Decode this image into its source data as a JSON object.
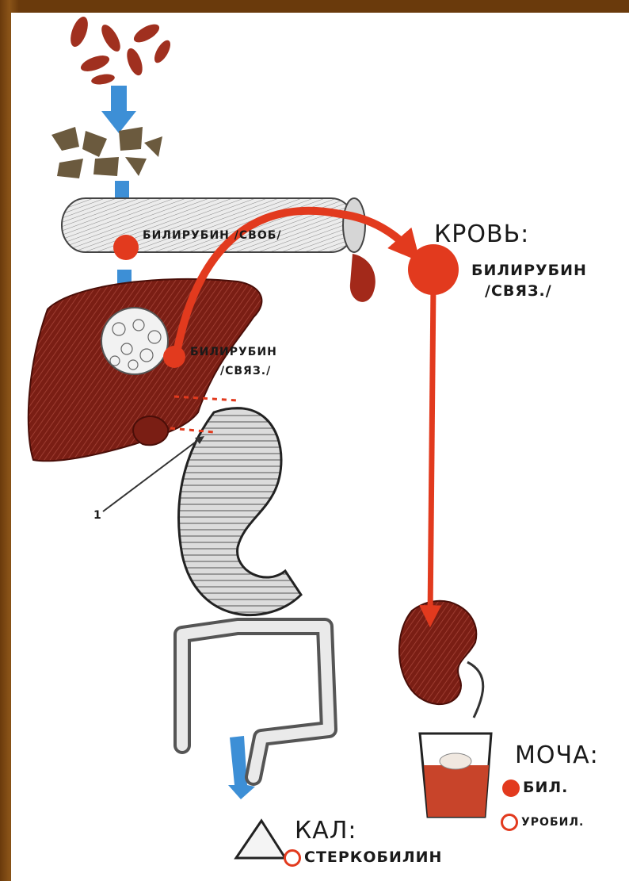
{
  "labels": {
    "bilirubin_free": "БИЛИРУБИН /СВОБ/",
    "bilirubin_bound_liver_1": "БИЛИРУБИН",
    "bilirubin_bound_liver_2": "/СВЯЗ./",
    "blood_title": "КРОВЬ:",
    "blood_item_1": "БИЛИРУБИН",
    "blood_item_2": "/СВЯЗ./",
    "urine_title": "МОЧА:",
    "urine_item_1": "БИЛ.",
    "urine_item_2": "УРОБИЛ.",
    "feces_title": "КАЛ:",
    "feces_item_1": "СТЕРКОБИЛИН",
    "marker_1": "1"
  },
  "colors": {
    "flow_red": "#e23a1e",
    "organ_brown": "#7a1e14",
    "arrow_blue": "#3d8fd6",
    "fragment_brown": "#6b5a3e",
    "frame": "#7a4410"
  }
}
